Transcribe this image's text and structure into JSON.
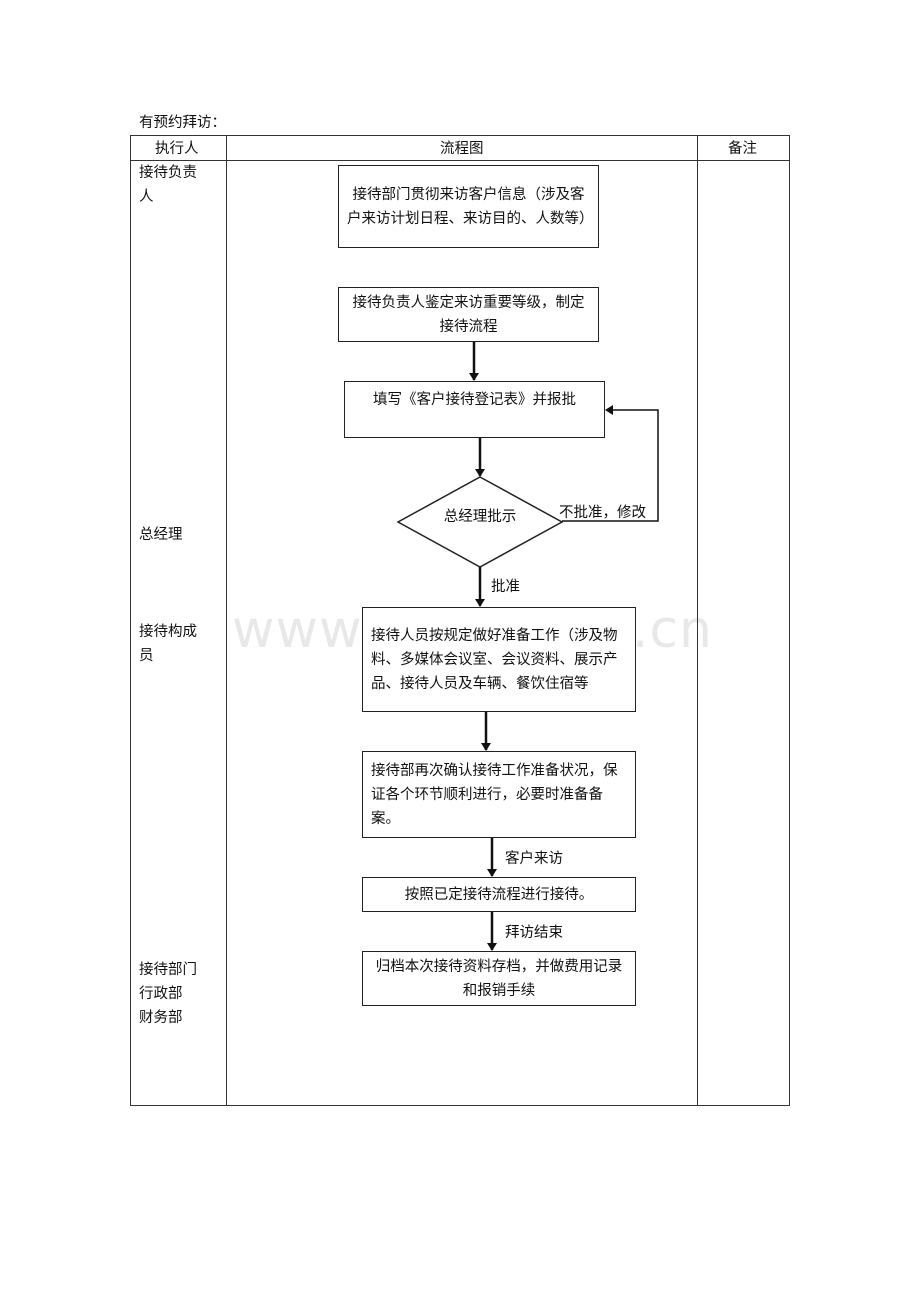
{
  "title": "有预约拜访：",
  "headers": {
    "executor": "执行人",
    "flowchart": "流程图",
    "remarks": "备注"
  },
  "roles": [
    "接待负责人",
    "总经理",
    "接待构成员",
    "接待部门\n行政部\n财务部"
  ],
  "steps": [
    "接待部门贯彻来访客户信息（涉及客户来访计划日程、来访目的、人数等）",
    "接待负责人鉴定来访重要等级，制定接待流程",
    "填写《客户接待登记表》并报批",
    "接待人员按规定做好准备工作（涉及物料、多媒体会议室、会议资料、展示产品、接待人员及车辆、餐饮住宿等",
    "接待部再次确认接待工作准备状况，保证各个环节顺利进行，必要时准备备案。",
    "按照已定接待流程进行接待。",
    "归档本次接待资料存档，并做费用记录和报销手续"
  ],
  "decision": "总经理批示",
  "edge_labels": {
    "reject": "不批准，修改",
    "approve": "批准",
    "visit": "客户来访",
    "end": "拜访结束"
  },
  "watermark": "www.zixin.com.cn"
}
